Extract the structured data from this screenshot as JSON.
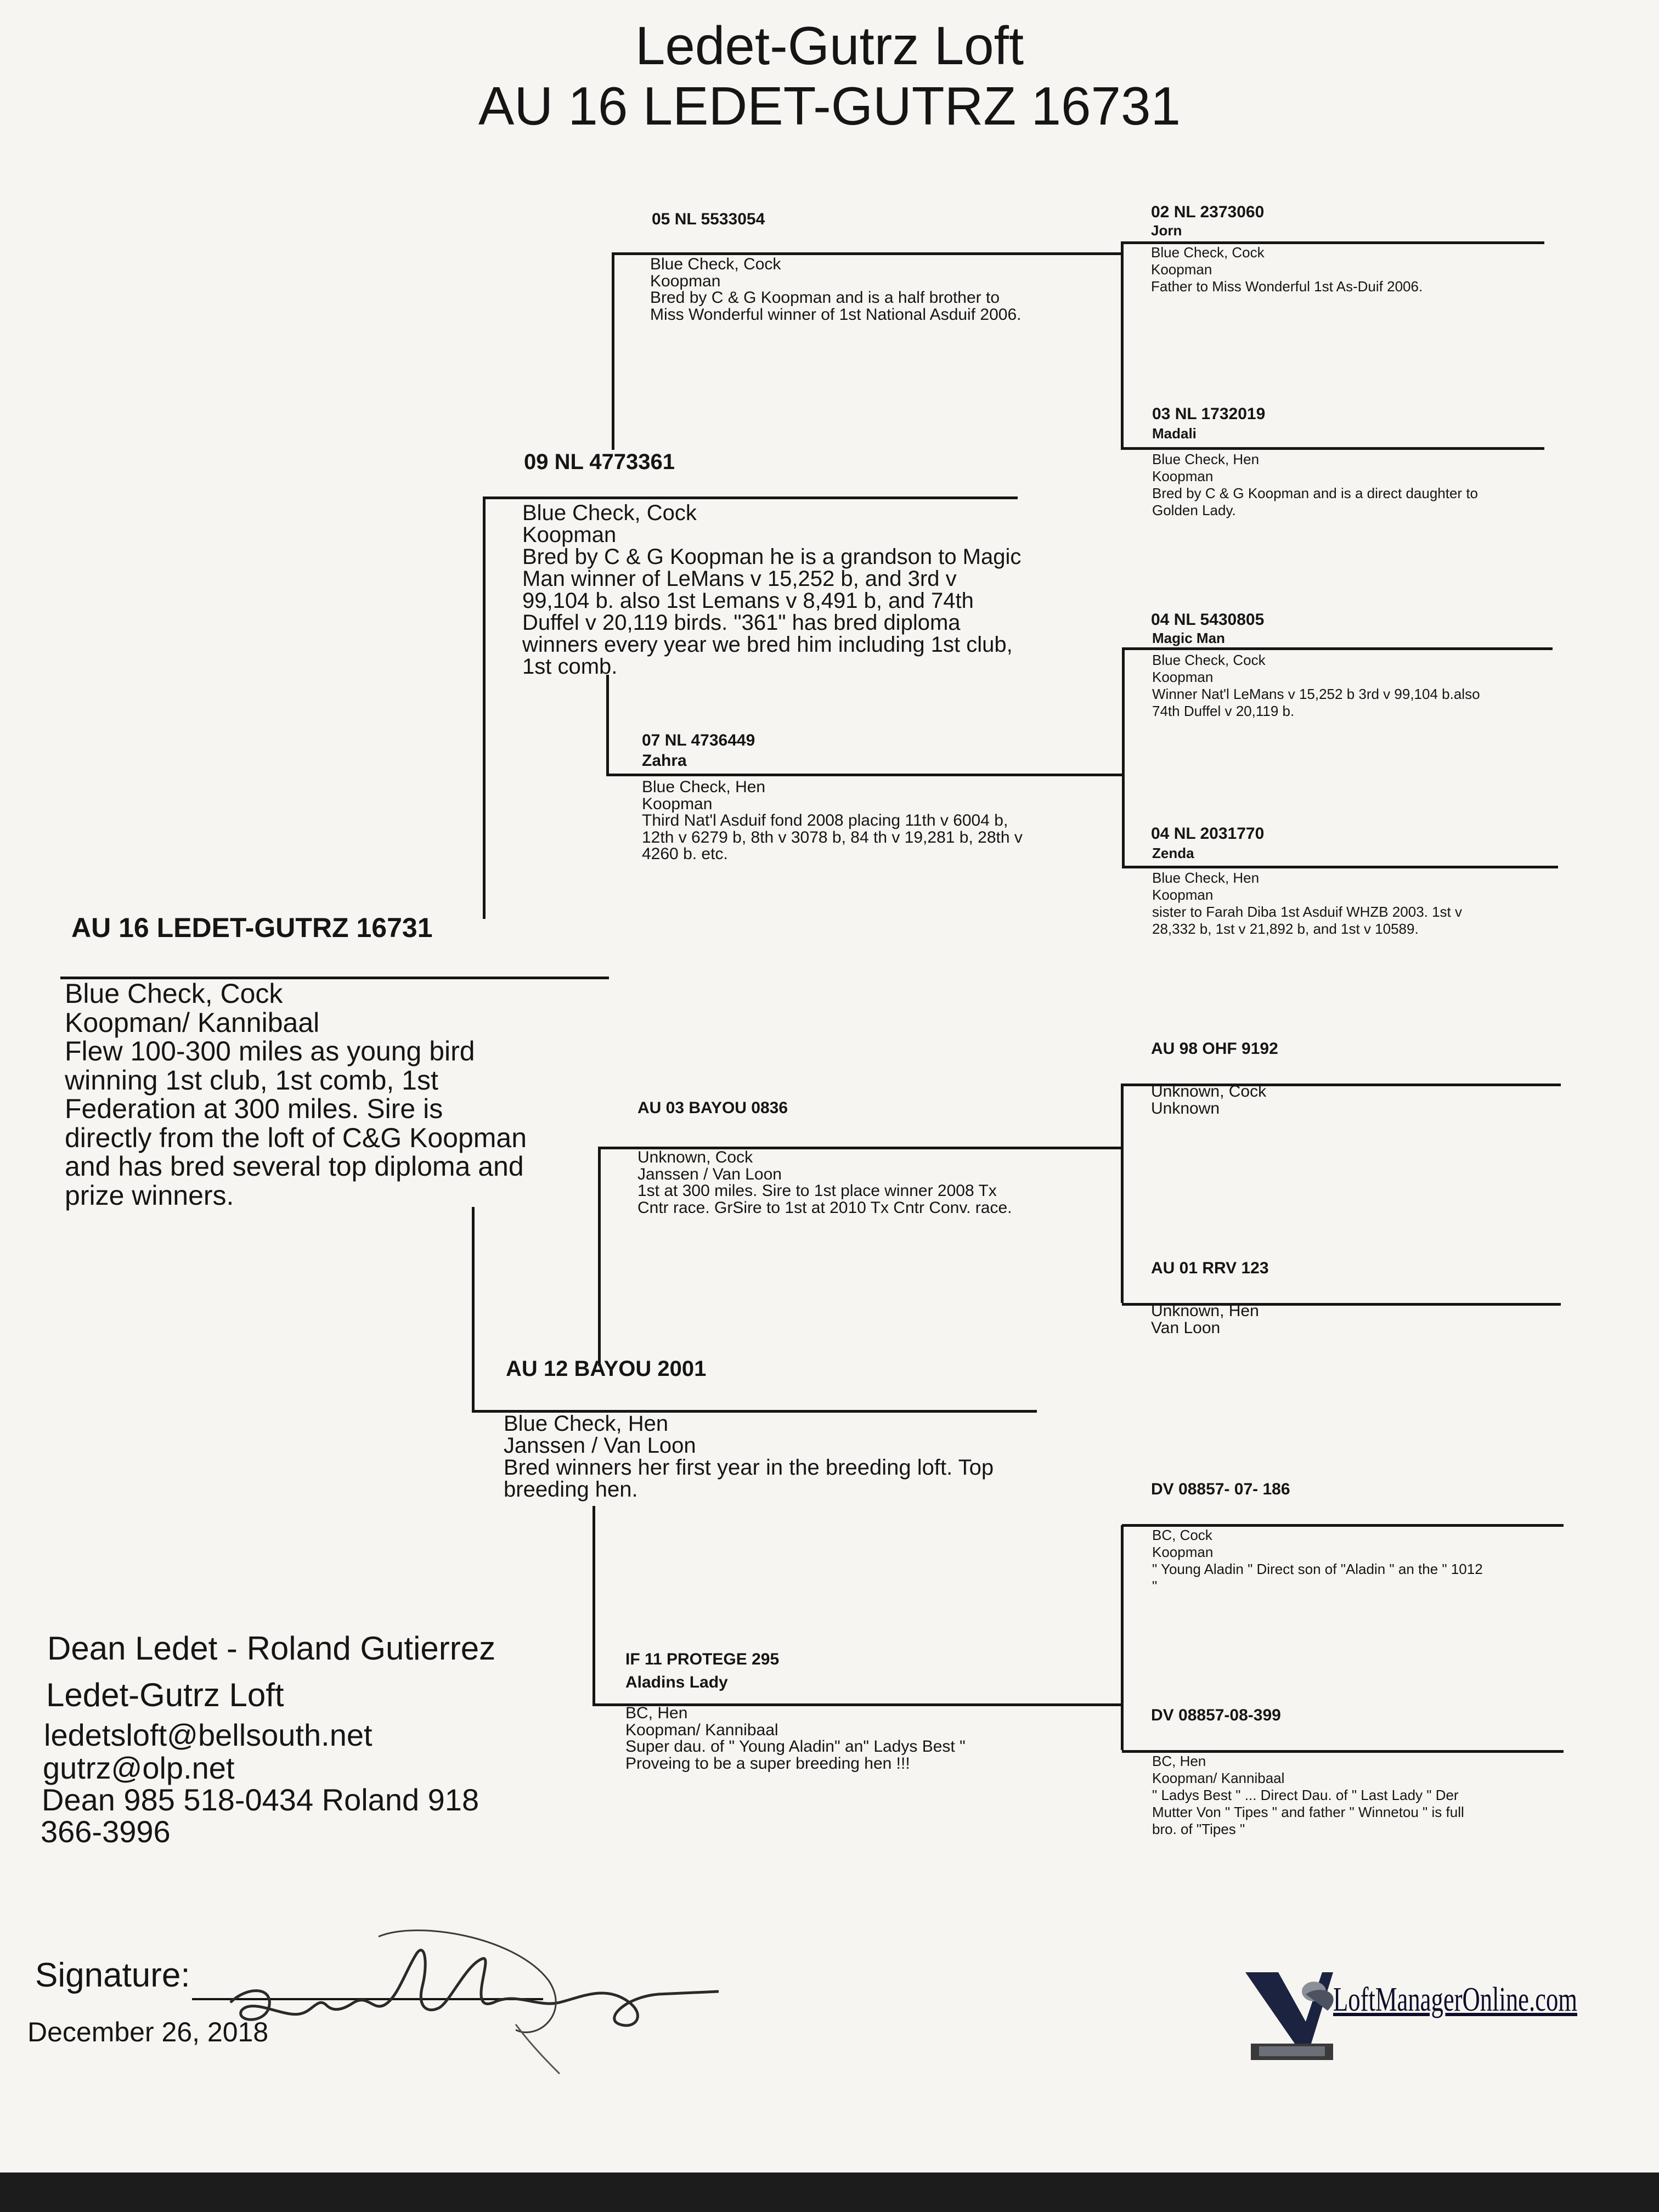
{
  "header": {
    "loft": "Ledet-Gutrz Loft",
    "band": "AU 16 LEDET-GUTRZ 16731"
  },
  "subject": {
    "id": "AU 16 LEDET-GUTRZ 16731",
    "text": "Blue Check, Cock\nKoopman/ Kannibaal\nFlew 100-300 miles as young bird\nwinning 1st club, 1st comb, 1st\nFederation at 300 miles. Sire is\ndirectly from the loft of C&G Koopman\nand has bred several top diploma and\nprize winners."
  },
  "sire": {
    "id": "09 NL 4773361",
    "text": "Blue Check, Cock\nKoopman\nBred by C & G Koopman he is a grandson to Magic\nMan winner of LeMans v 15,252 b, and 3rd v\n99,104 b. also  1st Lemans v 8,491 b, and 74th\nDuffel v 20,119 birds. \"361\" has bred diploma\nwinners every year we bred him including 1st club,\n1st comb."
  },
  "dam": {
    "id": "AU 12 BAYOU 2001",
    "text": "Blue Check, Hen\nJanssen / Van Loon\nBred winners her first year in the breeding loft. Top\nbreeding hen."
  },
  "ss": {
    "id": "05 NL 5533054",
    "text": "Blue Check, Cock\nKoopman\nBred by C & G Koopman and is a half brother to\nMiss Wonderful winner of 1st National Asduif 2006."
  },
  "sd": {
    "id": "07 NL 4736449",
    "name": "Zahra",
    "text": "Blue Check, Hen\nKoopman\nThird Nat'l Asduif fond 2008 placing 11th v 6004 b,\n12th v 6279 b, 8th v 3078 b, 84 th v 19,281 b, 28th v\n4260 b. etc."
  },
  "ds": {
    "id": "AU 03 BAYOU 0836",
    "text": "Unknown, Cock\nJanssen / Van Loon\n1st at 300 miles. Sire to 1st place winner 2008 Tx\nCntr race. GrSire to 1st at 2010 Tx Cntr Conv. race."
  },
  "dd": {
    "id": "IF 11 PROTEGE 295",
    "name": "Aladins Lady",
    "text": "BC, Hen\nKoopman/ Kannibaal\nSuper dau. of \" Young Aladin\"  an\" Ladys Best \"\nProveing  to be a super breeding hen !!!"
  },
  "sss": {
    "id": "02 NL 2373060",
    "name": "Jorn",
    "text": "Blue Check, Cock\nKoopman\nFather to Miss Wonderful 1st As-Duif 2006."
  },
  "ssd": {
    "id": "03 NL 1732019",
    "name": "Madali",
    "text": "Blue Check, Hen\nKoopman\nBred by C & G Koopman and is a direct daughter to\nGolden Lady."
  },
  "sds": {
    "id": "04 NL 5430805",
    "name": "Magic Man",
    "text": "Blue Check, Cock\nKoopman\nWinner Nat'l LeMans v 15,252 b 3rd v 99,104 b.also\n74th Duffel v 20,119 b."
  },
  "sdd": {
    "id": "04 NL 2031770",
    "name": "Zenda",
    "text": "Blue Check, Hen\nKoopman\nsister to Farah Diba 1st Asduif WHZB 2003. 1st v\n28,332 b, 1st v 21,892 b, and 1st v 10589."
  },
  "dss": {
    "id": "AU 98 OHF 9192",
    "text": "Unknown, Cock\nUnknown"
  },
  "dsd": {
    "id": "AU 01 RRV 123",
    "text": "Unknown, Hen\nVan Loon"
  },
  "dds": {
    "id": "DV 08857- 07- 186",
    "text": "BC, Cock\nKoopman\n\" Young Aladin \" Direct son of \"Aladin \" an the \" 1012\n\""
  },
  "ddd": {
    "id": "DV 08857-08-399",
    "text": "BC, Hen\nKoopman/ Kannibaal\n\" Ladys  Best \" ... Direct Dau. of \" Last Lady \" Der\nMutter Von \" Tipes \" and  father \" Winnetou \" is full\nbro. of \"Tipes \""
  },
  "contact": {
    "names": "Dean Ledet - Roland Gutierrez",
    "loft": "Ledet-Gutrz Loft",
    "email1": "ledetsloft@bellsouth.net",
    "email2": "gutrz@olp.net",
    "phone_line1": "Dean 985 518-0434  Roland 918",
    "phone_line2": "366-3996"
  },
  "footer": {
    "signature_label": "Signature:",
    "date": "December 26, 2018",
    "logo": "LoftManagerOnline.com"
  }
}
